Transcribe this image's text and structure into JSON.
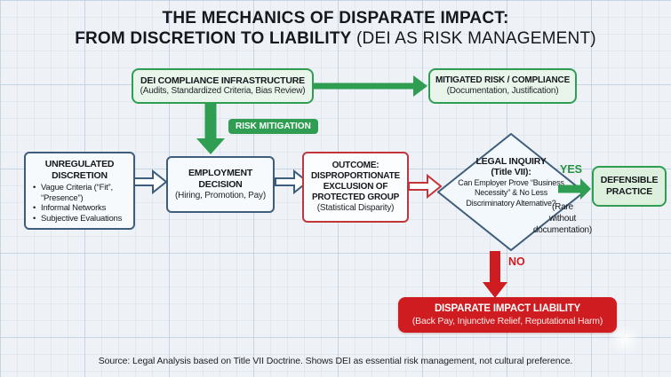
{
  "title": {
    "line1": "THE MECHANICS OF DISPARATE IMPACT:",
    "line2_bold": "FROM DISCRETION TO LIABILITY",
    "line2_rest": " (DEI AS RISK MANAGEMENT)"
  },
  "top_flow": {
    "dei_infrastructure": {
      "title": "DEI COMPLIANCE INFRASTRUCTURE",
      "subtitle": "(Audits, Standardized Criteria, Bias Review)"
    },
    "mitigated_risk": {
      "title": "MITIGATED RISK / COMPLIANCE",
      "subtitle": "(Documentation, Justification)"
    },
    "risk_mitigation_label": "RISK MITIGATION"
  },
  "main_flow": {
    "unregulated_discretion": {
      "title": "UNREGULATED DISCRETION",
      "bullets": [
        "Vague Criteria (“Fit”, “Presence”)",
        "Informal Networks",
        "Subjective Evaluations"
      ]
    },
    "employment_decision": {
      "title": "EMPLOYMENT DECISION",
      "subtitle": "(Hiring, Promotion, Pay)"
    },
    "outcome": {
      "title": "OUTCOME: DISPROPORTIONATE EXCLUSION OF PROTECTED GROUP",
      "subtitle": "(Statistical Disparity)"
    },
    "legal_inquiry": {
      "title": "LEGAL INQUIRY",
      "subtitle": "(Title VII):",
      "body": "Can Employer Prove “Business Necessity” & No Less Discriminatory Alternative?"
    }
  },
  "branches": {
    "yes_label": "YES",
    "yes_note": "(Rare\nwithout\ndocumentation)",
    "defensible_practice": "DEFENSIBLE PRACTICE",
    "no_label": "NO",
    "liability": {
      "title": "DISPARATE IMPACT LIABILITY",
      "subtitle": "(Back Pay, Injunctive Relief, Reputational Harm)"
    }
  },
  "footer": {
    "source": "Source: Legal Analysis based on Title VII Doctrine. Shows DEI as essential risk management, not cultural preference."
  },
  "colors": {
    "green": "#2f9e52",
    "red": "#ce1c20",
    "blue_border": "#3e5d7c",
    "light_green_fill": "#e9f4ea"
  }
}
